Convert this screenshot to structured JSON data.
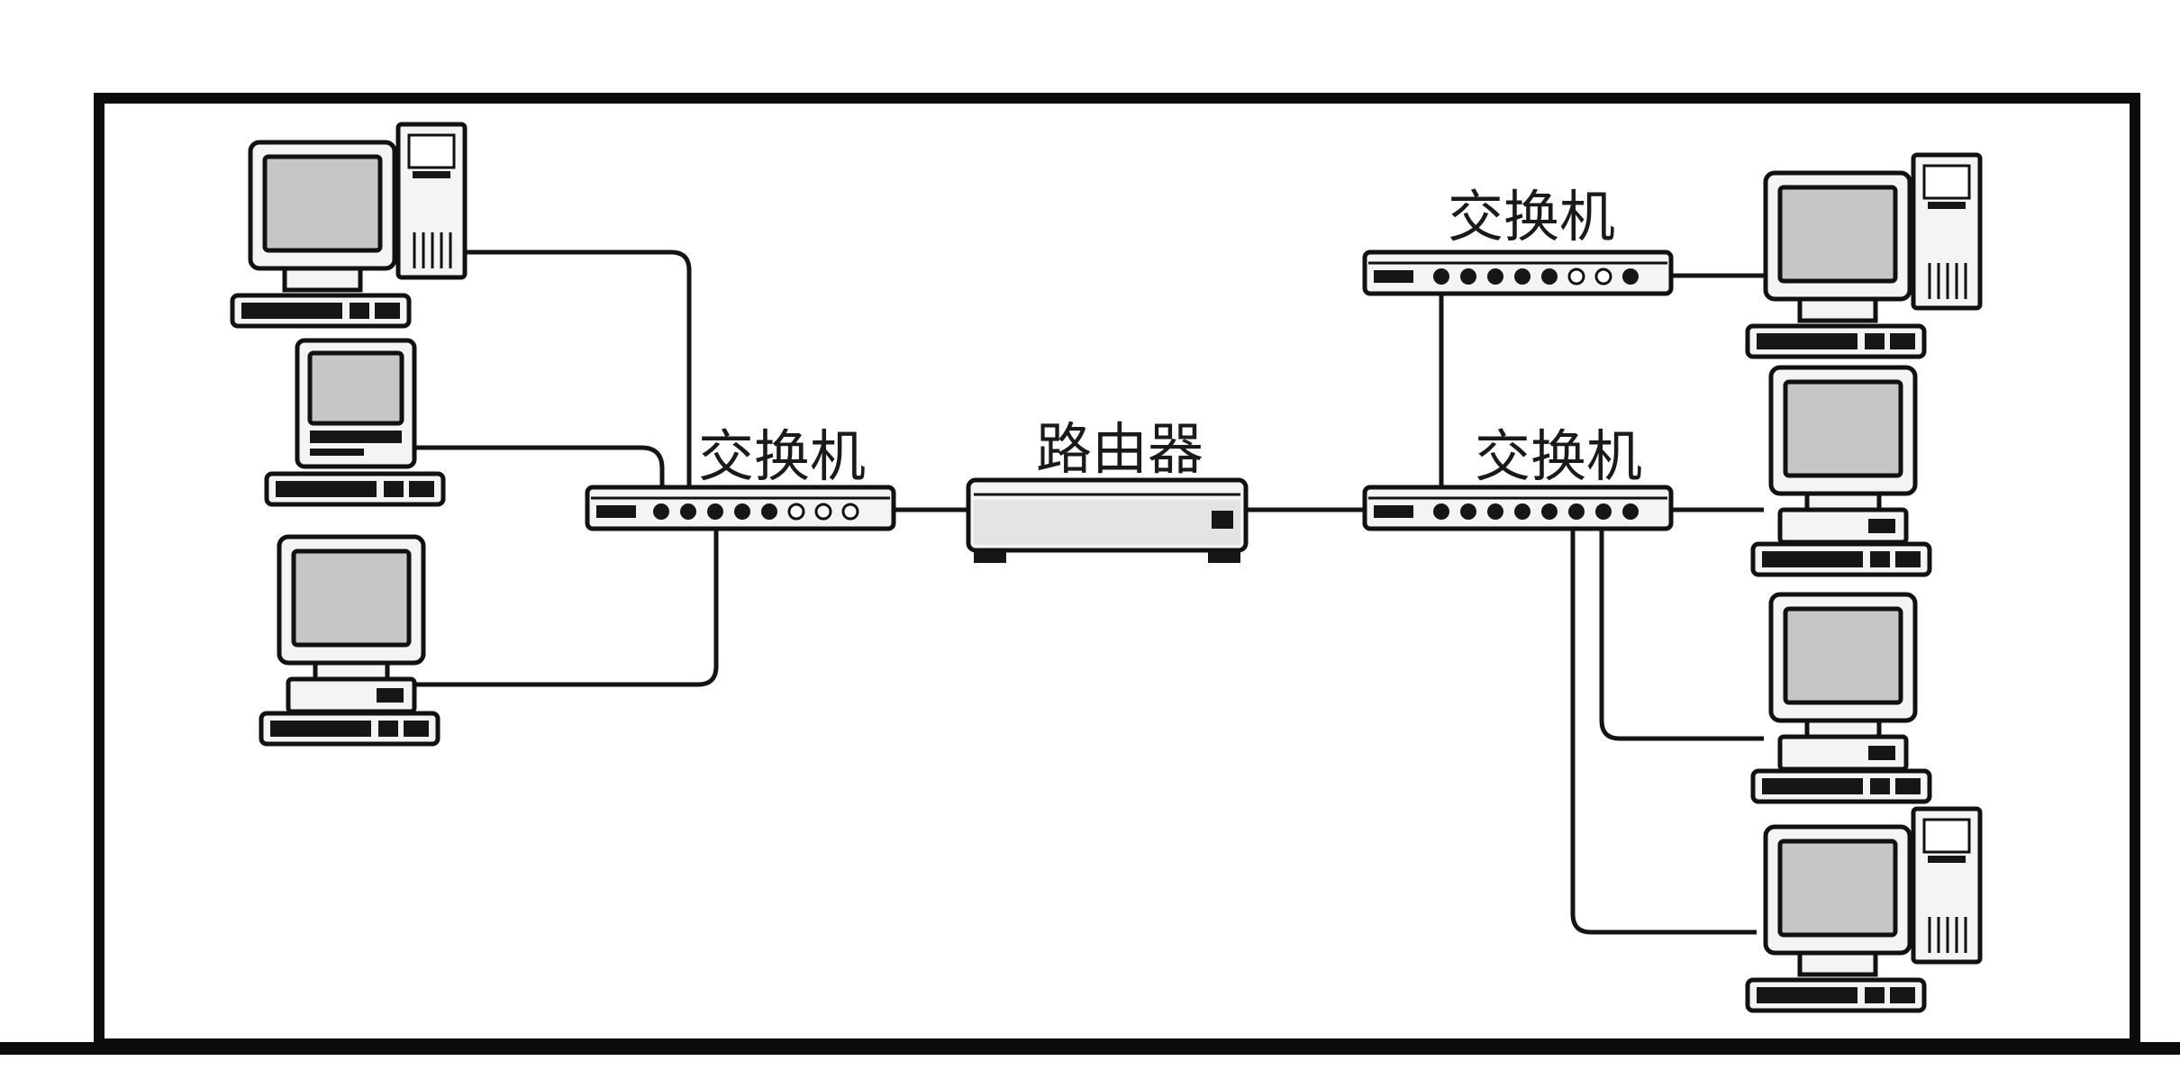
{
  "diagram": {
    "nodes": {
      "switch_left": {
        "label": "交换机"
      },
      "router": {
        "label": "路由器"
      },
      "switch_right_top": {
        "label": "交换机"
      },
      "switch_right_bottom": {
        "label": "交换机"
      }
    },
    "computers_left": [
      "tower-pc",
      "compact-mac",
      "desktop-pc"
    ],
    "computers_right": [
      "tower-pc",
      "desktop-pc",
      "desktop-pc",
      "tower-pc"
    ],
    "edges": [
      [
        "left-pc-1",
        "switch_left"
      ],
      [
        "left-pc-2",
        "switch_left"
      ],
      [
        "left-pc-3",
        "switch_left"
      ],
      [
        "switch_left",
        "router"
      ],
      [
        "router",
        "switch_right_bottom"
      ],
      [
        "switch_right_top",
        "switch_right_bottom"
      ],
      [
        "switch_right_top",
        "right-pc-1"
      ],
      [
        "switch_right_bottom",
        "right-pc-2"
      ],
      [
        "switch_right_bottom",
        "right-pc-3"
      ],
      [
        "switch_right_bottom",
        "right-pc-4"
      ]
    ]
  }
}
